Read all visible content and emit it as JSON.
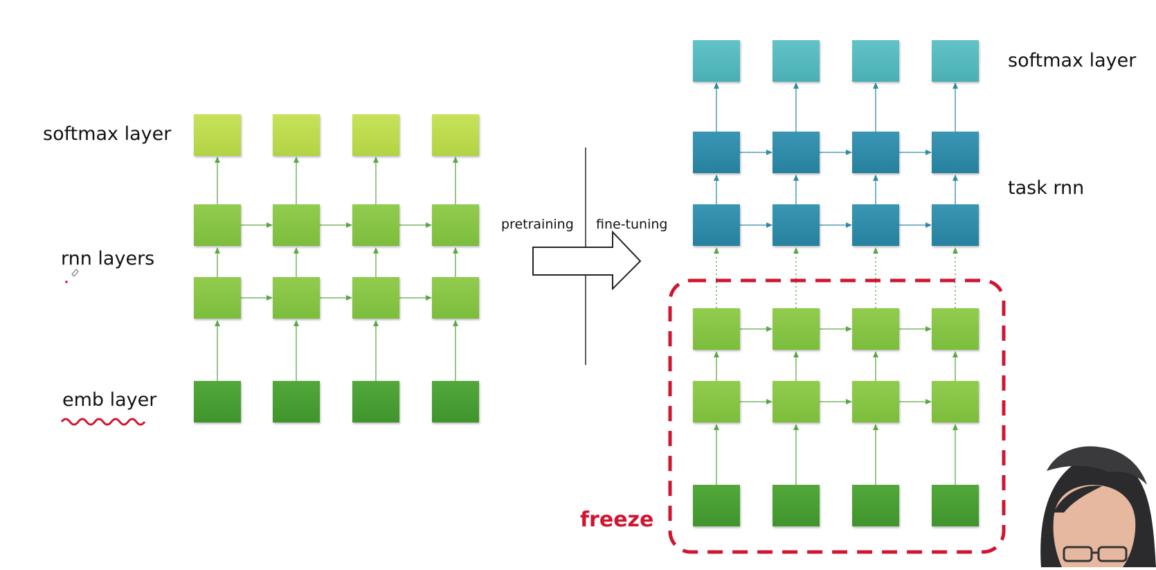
{
  "left": {
    "softmax_label": "softmax layer",
    "rnn_label": "rnn layers",
    "emb_label": "emb layer"
  },
  "right": {
    "softmax_label": "softmax layer",
    "task_label": "task rnn",
    "freeze_label": "freeze"
  },
  "transition": {
    "pretraining_label": "pretraining",
    "finetuning_label": "fine-tuning"
  },
  "colors": {
    "left_softmax": "#c0dc50",
    "rnn_green": "#86c547",
    "emb_green": "#4aa035",
    "right_softmax": "#55b9be",
    "task_rnn": "#2e88a8",
    "arrow_green": "#5aa845",
    "arrow_blue": "#2f8aa8",
    "freeze_red": "#d0152f"
  }
}
